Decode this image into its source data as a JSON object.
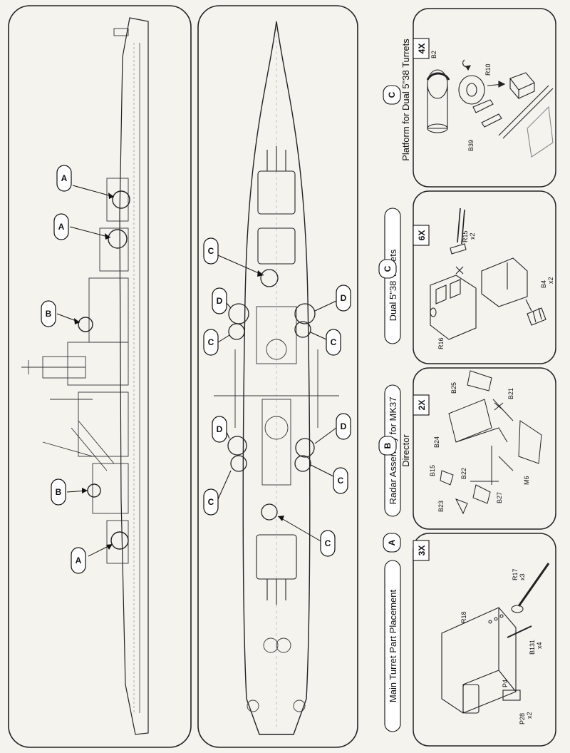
{
  "side_view": {
    "callouts": [
      "A",
      "A",
      "B",
      "B",
      "A"
    ]
  },
  "top_view": {
    "callouts_left": [
      "C",
      "D",
      "C",
      "D",
      "C"
    ],
    "callouts_right": [
      "D",
      "C",
      "D",
      "C",
      "C"
    ]
  },
  "steps": [
    {
      "letter": "A",
      "title": "Main Turret Part Placement",
      "count": "3X",
      "parts": [
        "R18",
        "R17",
        "x3",
        "B131",
        "x4",
        "P28",
        "x2",
        "P4"
      ]
    },
    {
      "letter": "B",
      "title": "Radar Assembly for MK37",
      "title2": "Director",
      "count": "2X",
      "parts": [
        "B25",
        "B21",
        "B24",
        "B22",
        "B15",
        "B23",
        "B27",
        "M6"
      ]
    },
    {
      "letter": "C",
      "title": "Dual 5\"38 Turrets",
      "count": "6X",
      "parts": [
        "R15",
        "x2",
        "R16",
        "B4",
        "x2"
      ]
    },
    {
      "letter": "C",
      "title": "Platform for Dual 5\"38 Turrets",
      "count": "4X",
      "parts": [
        "B2",
        "R10",
        "B39"
      ]
    }
  ]
}
